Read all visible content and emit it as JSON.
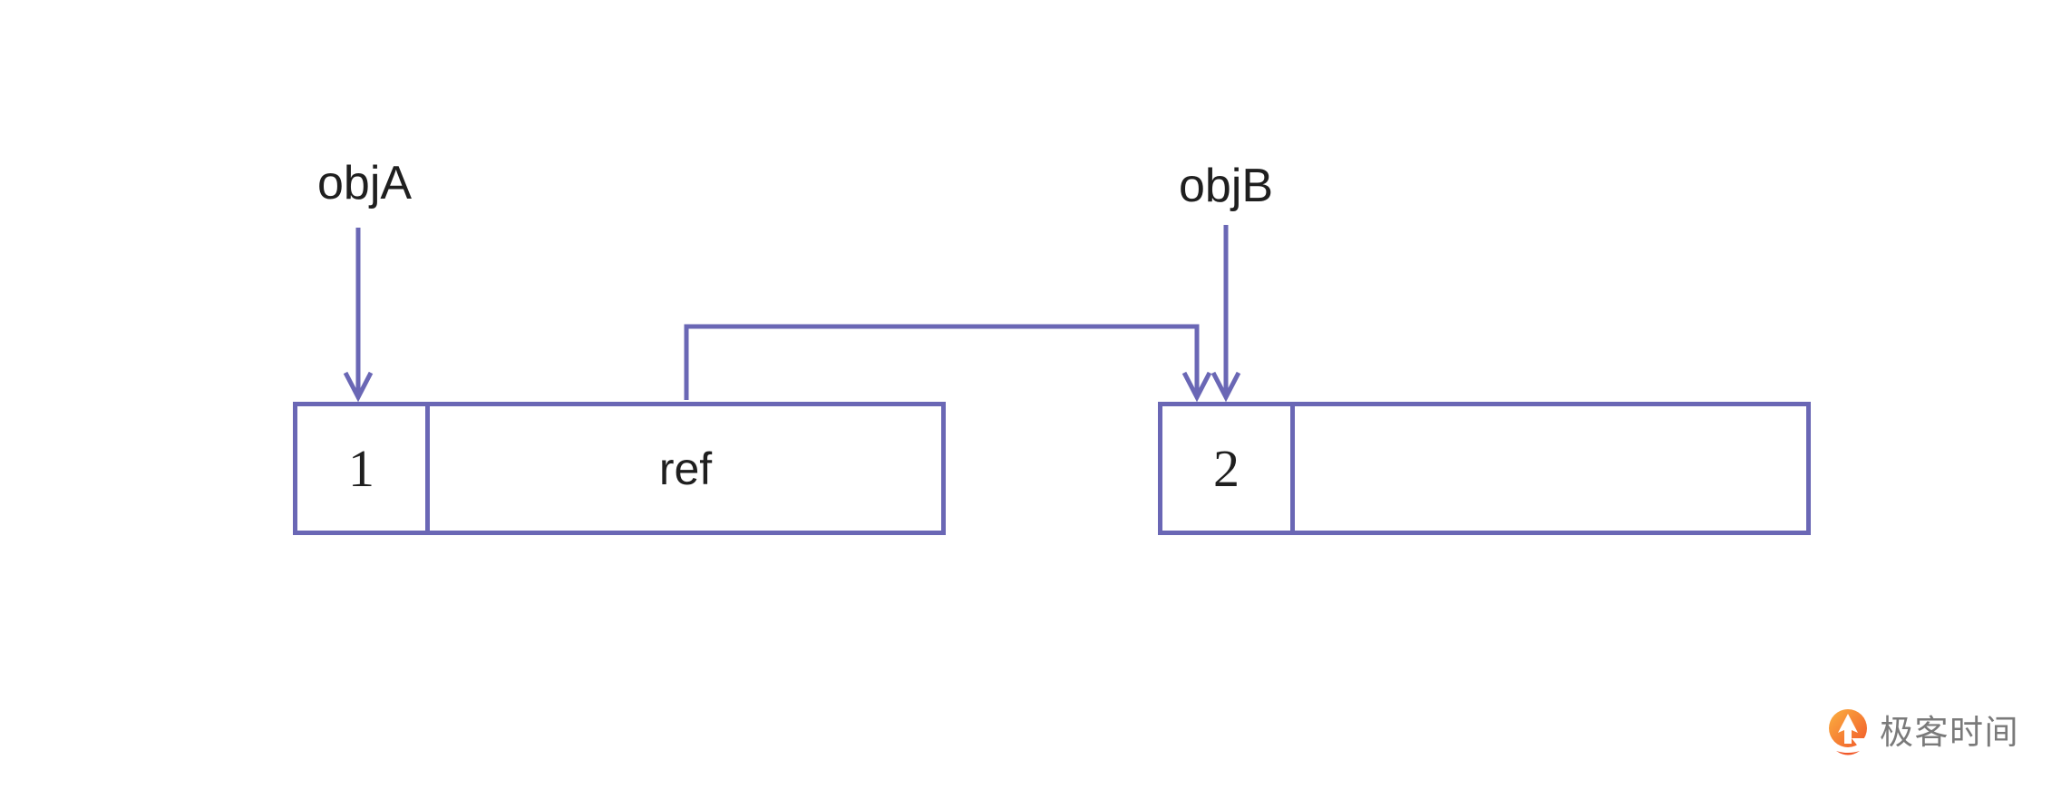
{
  "diagram": {
    "labels": {
      "objA": "objA",
      "objB": "objB"
    },
    "boxes": [
      {
        "name": "objA-box",
        "cells": [
          {
            "role": "refcount",
            "value": "1"
          },
          {
            "role": "payload",
            "value": "ref"
          }
        ]
      },
      {
        "name": "objB-box",
        "cells": [
          {
            "role": "refcount",
            "value": "2"
          },
          {
            "role": "payload",
            "value": ""
          }
        ]
      }
    ],
    "arrows": [
      {
        "name": "objA-arrow",
        "from": "objA label",
        "to": "objA-box refcount cell"
      },
      {
        "name": "objB-arrow",
        "from": "objB label",
        "to": "objB-box refcount cell"
      },
      {
        "name": "ref-to-objB-connector",
        "from": "objA-box ref cell",
        "to": "objB-box top edge"
      }
    ]
  },
  "logo": {
    "text": "极客时间",
    "icon": "geektime-flame-icon"
  },
  "colors": {
    "accent": "#6a67b5",
    "text": "#1f1f1f",
    "logo_text": "#7a7a7a",
    "logo_orange_light": "#fbb040",
    "logo_orange_dark": "#f1592a",
    "bg": "#ffffff"
  }
}
